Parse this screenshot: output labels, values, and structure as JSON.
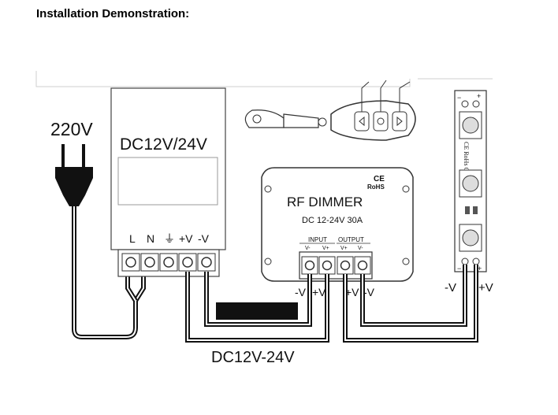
{
  "title": "Installation Demonstration:",
  "mains_label": "220V",
  "power_supply": {
    "label": "DC12V/24V",
    "terminals": [
      "L",
      "N",
      "⏚",
      "+V",
      "-V"
    ]
  },
  "dimmer": {
    "name": "RF DIMMER",
    "spec": "DC 12-24V 30A",
    "ce": "CE",
    "rohs": "RoHS",
    "input_label": "INPUT",
    "output_label": "OUTPUT",
    "input_pins": [
      "V-",
      "V+"
    ],
    "output_pins": [
      "V+",
      "V-"
    ],
    "bottom_input_labels": [
      "-V",
      "+V"
    ],
    "bottom_output_labels": [
      "+V",
      "-V"
    ]
  },
  "remote": {
    "buttons": [
      "left-arrow-icon",
      "power-icon",
      "right-arrow-icon"
    ]
  },
  "led_strip": {
    "top_minus": "−",
    "top_plus": "+",
    "bottom_minus": "−",
    "bottom_plus": "+",
    "marking": "CE RoHs GEEPUT",
    "wire_minus": "-V",
    "wire_plus": "+V"
  },
  "dc_label": "DC12V-24V",
  "colors": {
    "line": "#111111",
    "label_bar": "#111111"
  }
}
